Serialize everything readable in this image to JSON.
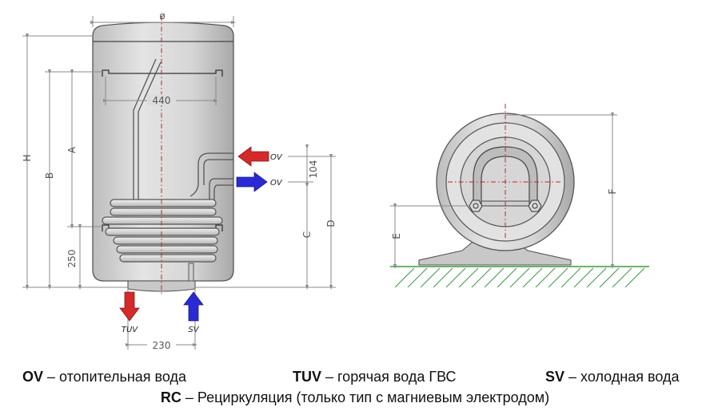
{
  "dimensions": {
    "diameter": "ø",
    "h": "H",
    "b": "B",
    "a": "A",
    "c": "C",
    "d": "D",
    "e": "E",
    "f": "F",
    "d440": "440",
    "d104": "104",
    "d250": "250",
    "d230": "230"
  },
  "connections": {
    "ov_in": "OV",
    "ov_out": "OV",
    "tuv": "TUV",
    "sv": "SV"
  },
  "colors": {
    "hot_arrow": "#d42a2a",
    "cold_arrow": "#2a2ad4",
    "axis": "#d02020",
    "tank_fill": "#d4d4d4",
    "ground": "#3c9a3c"
  },
  "legend": {
    "ov_key": "OV",
    "ov_text": " – отопительная вода",
    "tuv_key": "TUV",
    "tuv_text": " – горячая вода ГВС",
    "sv_key": "SV",
    "sv_text": " – холодная вода",
    "rc_key": "RC",
    "rc_text": " – Рециркуляция  (только тип с магниевым электродом)"
  }
}
